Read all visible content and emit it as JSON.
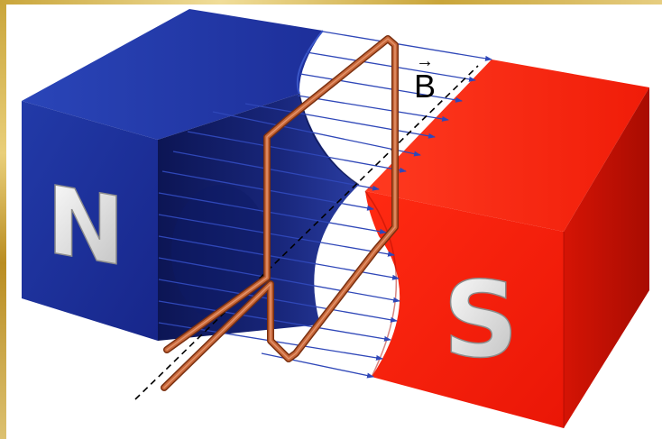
{
  "diagram": {
    "north_label": "N",
    "south_label": "S",
    "field_label": "B",
    "field_vector_mark": "→",
    "colors": {
      "north_front": "#1b2c94",
      "north_side": "#14206e",
      "south_front": "#f41a09",
      "south_side": "#c81004",
      "field_line": "#2f47b8",
      "coil": "#b8582e",
      "axis": "#000000",
      "frame": "#c9a53a"
    },
    "icons": {
      "coil": "rectangular-wire-loop",
      "axis": "dashed-rotation-axis",
      "field_lines": "magnetic-field-arrows"
    }
  }
}
